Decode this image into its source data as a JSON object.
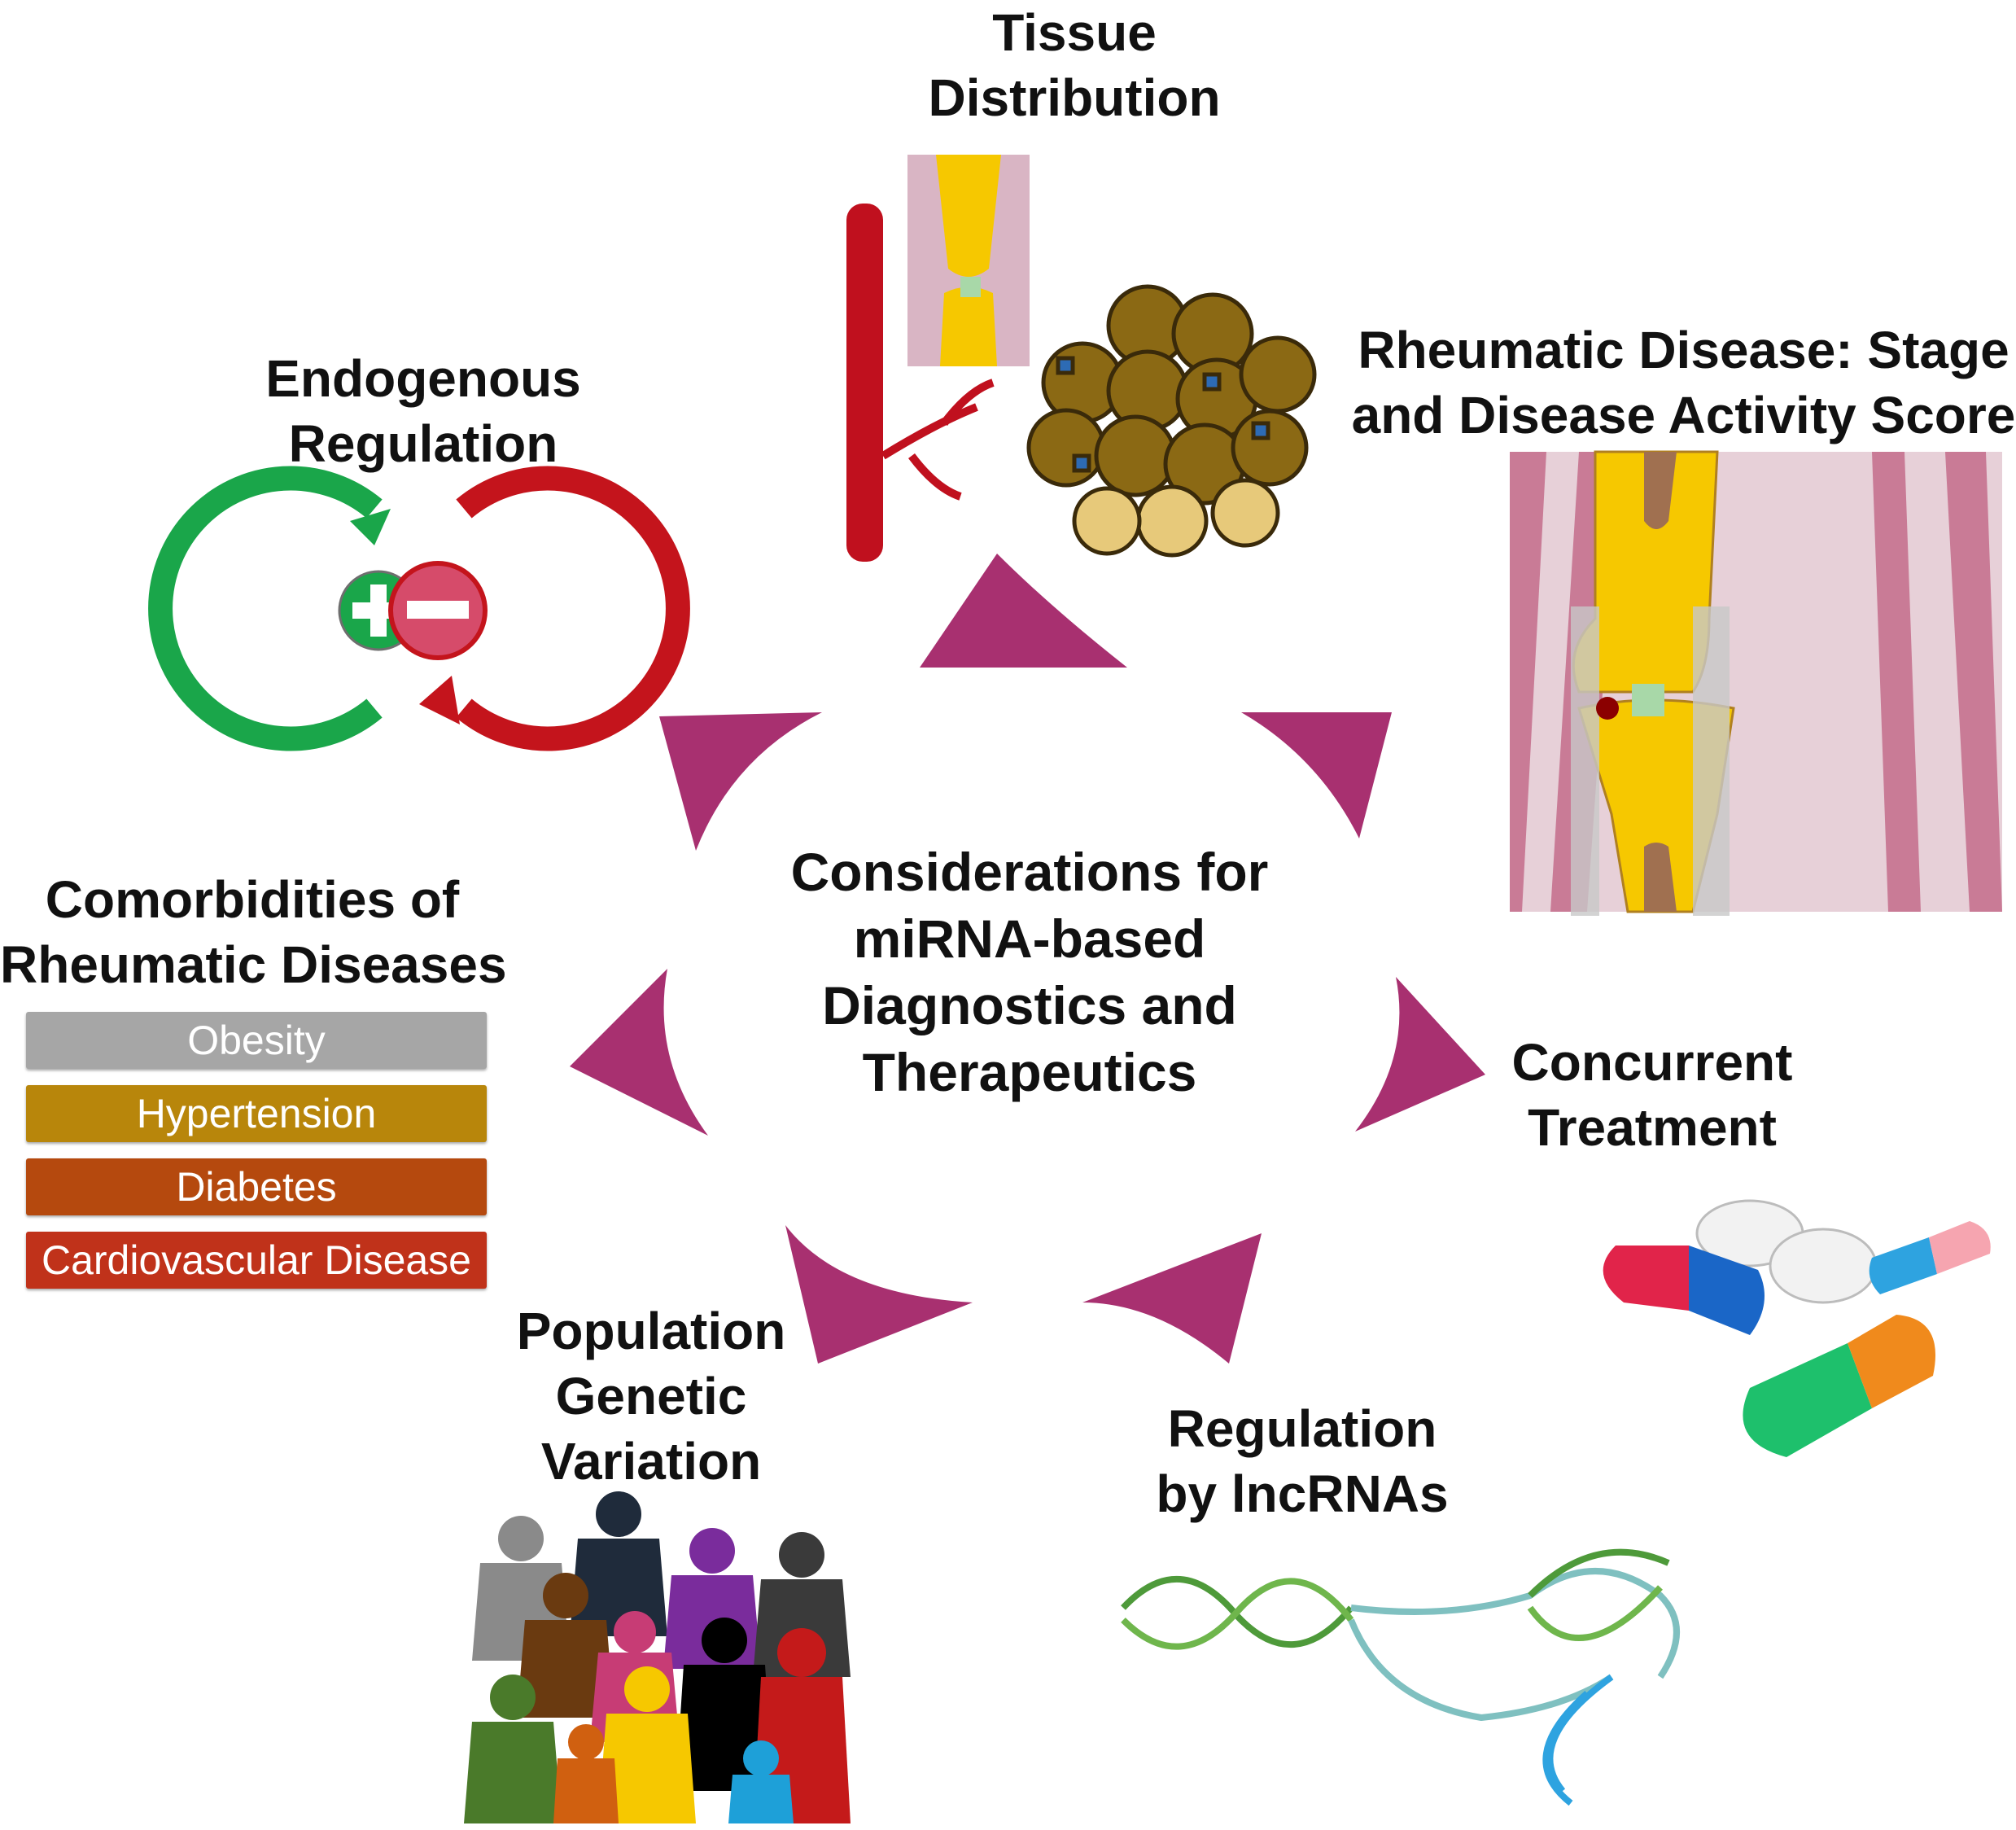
{
  "center": {
    "line1": "Considerations for",
    "line2": "miRNA-based",
    "line3": "Diagnostics and",
    "line4": "Therapeutics"
  },
  "labels": {
    "tissue": [
      "Tissue",
      "Distribution"
    ],
    "rheumatic": [
      "Rheumatic Disease: Stage",
      "and Disease Activity Score"
    ],
    "concurrent": [
      "Concurrent",
      "Treatment"
    ],
    "lncrna": [
      "Regulation",
      "by lncRNAs"
    ],
    "population": [
      "Population",
      "Genetic",
      "Variation"
    ],
    "comorbid": [
      "Comorbidities of",
      "Rheumatic Diseases"
    ],
    "endogenous": [
      "Endogenous",
      "Regulation"
    ]
  },
  "comorbidities": [
    {
      "label": "Obesity",
      "color": "#a6a6a6"
    },
    {
      "label": "Hypertension",
      "color": "#b8860b"
    },
    {
      "label": "Diabetes",
      "color": "#b5490e"
    },
    {
      "label": "Cardiovascular Disease",
      "color": "#c0321a"
    }
  ],
  "colors": {
    "arrow": "#a83070",
    "green": "#1aa64a",
    "red": "#c4141c",
    "minus_pink": "#d64b6a"
  },
  "icons": [
    "joint-diagram-icon",
    "adipose-tissue-icon",
    "blood-vessel-icon",
    "feedback-loop-icon",
    "pills-icon",
    "dna-helix-icon",
    "family-silhouettes-icon"
  ]
}
